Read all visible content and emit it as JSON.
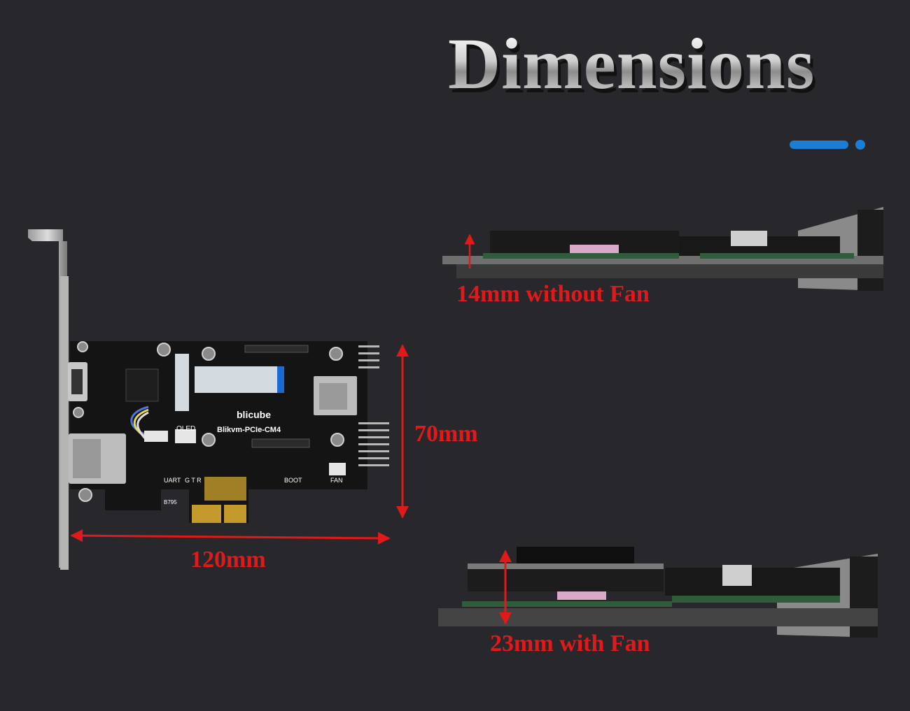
{
  "title": "Dimensions",
  "board": {
    "brand": "blicube",
    "model": "Blikvm-PCIe-CM4",
    "silkscreen": {
      "oled": "OLED",
      "uart": "UART",
      "gtr": "G T R",
      "boot": "BOOT",
      "fan": "FAN",
      "code": "B795"
    }
  },
  "measurements": {
    "height": "70mm",
    "length": "120mm",
    "without_fan": "14mm without Fan",
    "with_fan": "23mm with Fan"
  },
  "colors": {
    "background": "#28282c",
    "accent": "#1a7fd4",
    "dimension": "#e01a1a"
  }
}
